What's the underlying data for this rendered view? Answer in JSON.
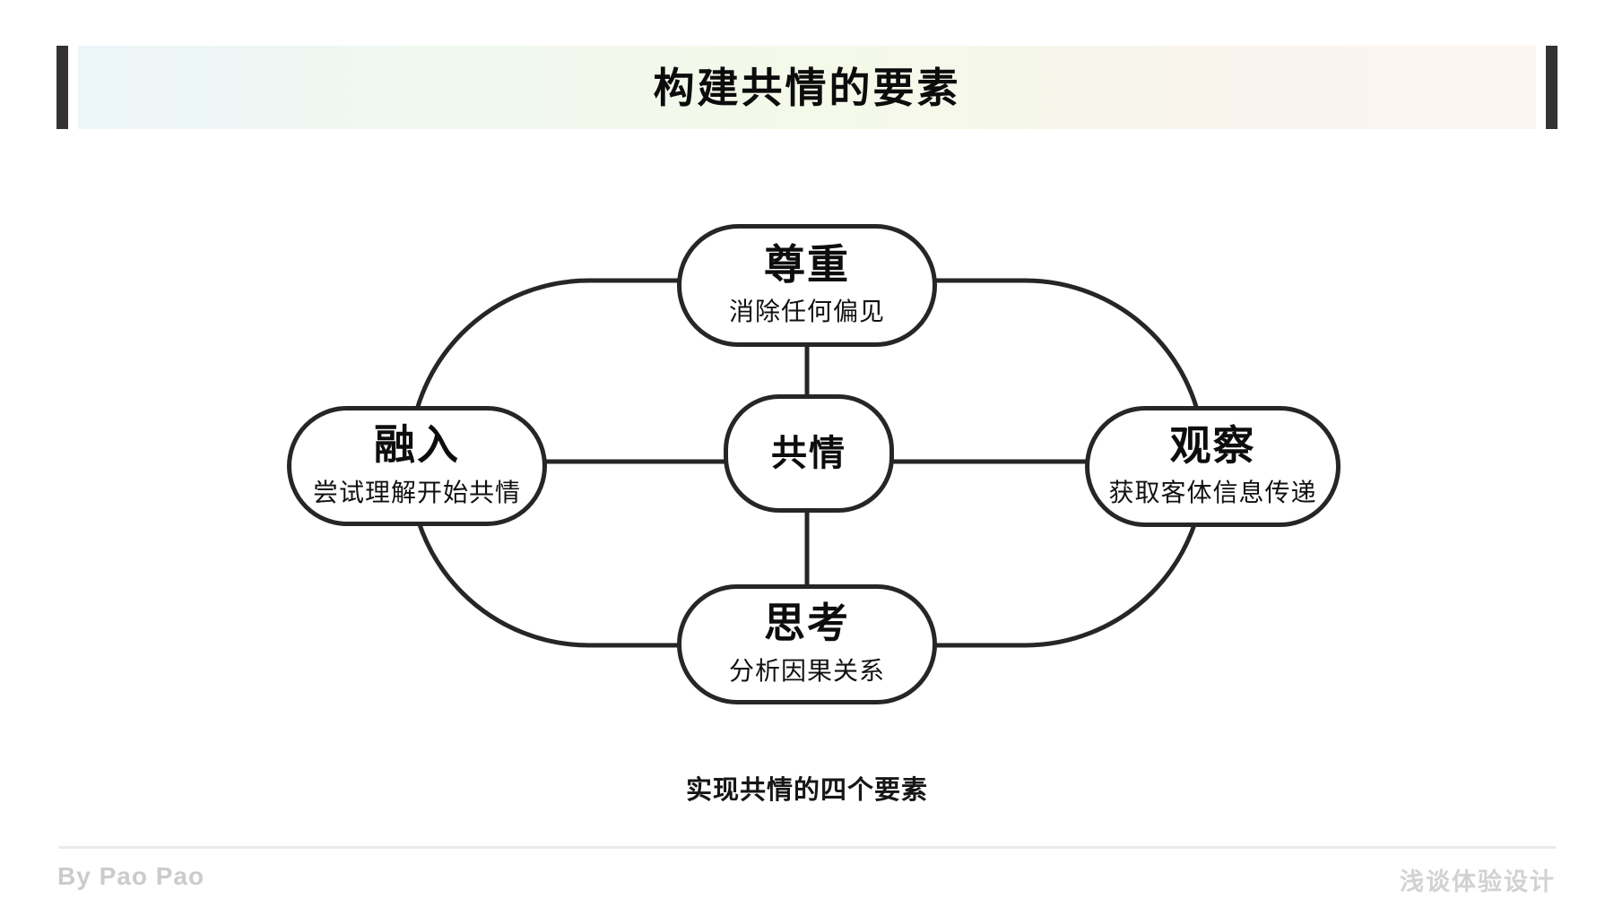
{
  "header": {
    "title": "构建共情的要素",
    "accent_bar_color": "#333333",
    "gradient_colors": [
      "#edf6fa",
      "#f4f9e9",
      "#fdf5f0"
    ]
  },
  "diagram": {
    "line_color": "#262626",
    "node_fill": "#ffffff",
    "center": {
      "title": "共情"
    },
    "nodes": [
      {
        "position": "top",
        "title": "尊重",
        "subtitle": "消除任何偏见"
      },
      {
        "position": "left",
        "title": "融入",
        "subtitle": "尝试理解开始共情"
      },
      {
        "position": "right",
        "title": "观察",
        "subtitle": "获取客体信息传递"
      },
      {
        "position": "bottom",
        "title": "思考",
        "subtitle": "分析因果关系"
      }
    ]
  },
  "caption": "实现共情的四个要素",
  "footer": {
    "author": "By Pao Pao",
    "brand": "浅谈体验设计",
    "text_color": "#cccccc"
  }
}
